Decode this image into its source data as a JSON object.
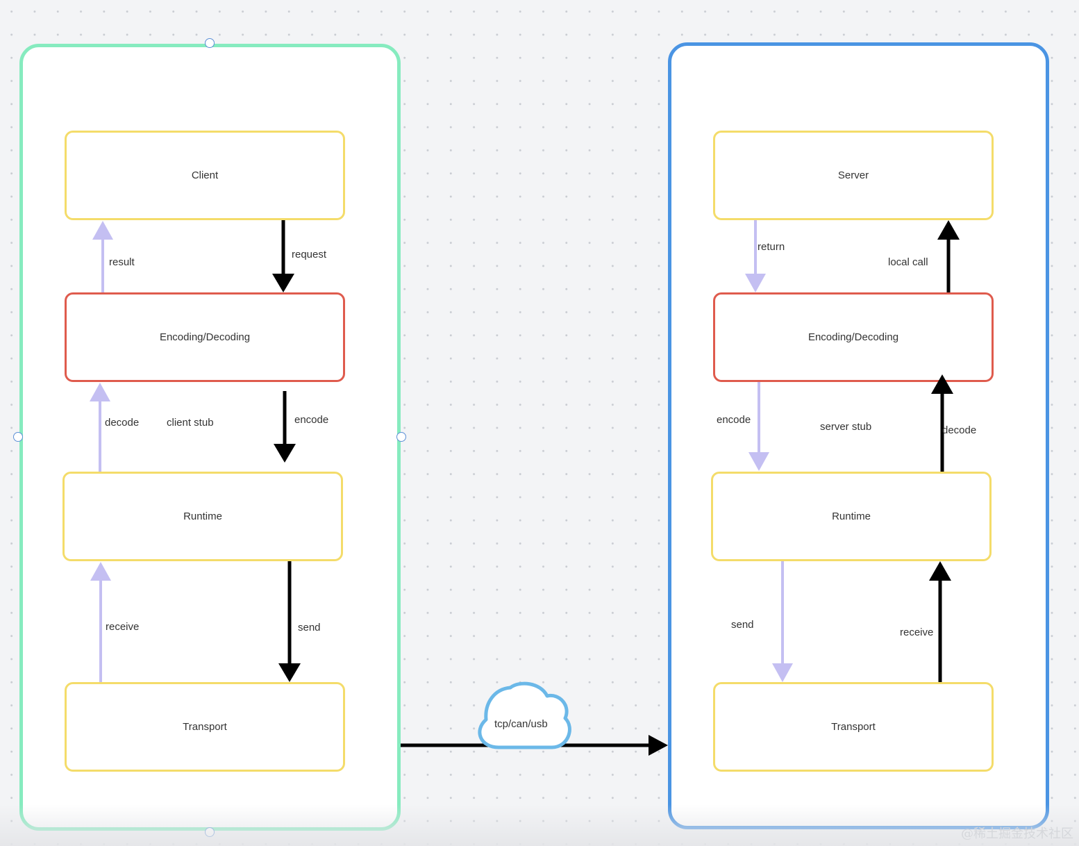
{
  "client_side": {
    "client": "Client",
    "encoding": "Encoding/Decoding",
    "runtime": "Runtime",
    "transport": "Transport",
    "stub": "client stub",
    "arrows": {
      "result": "result",
      "request": "request",
      "decode": "decode",
      "encode": "encode",
      "receive": "receive",
      "send": "send"
    }
  },
  "server_side": {
    "server": "Server",
    "encoding": "Encoding/Decoding",
    "runtime": "Runtime",
    "transport": "Transport",
    "stub": "server stub",
    "arrows": {
      "return": "return",
      "local_call": "local call",
      "encode": "encode",
      "decode": "decode",
      "send": "send",
      "receive": "receive"
    }
  },
  "link": {
    "label": "tcp/can/usb"
  },
  "colors": {
    "client_border": "#86ebbf",
    "server_border": "#4a94e3",
    "layer_box": "#f4dc6a",
    "codec_box": "#df5b4d",
    "return_arrow": "#c4bff2",
    "cloud": "#6bb8e8"
  },
  "watermark": "@稀土掘金技术社区"
}
